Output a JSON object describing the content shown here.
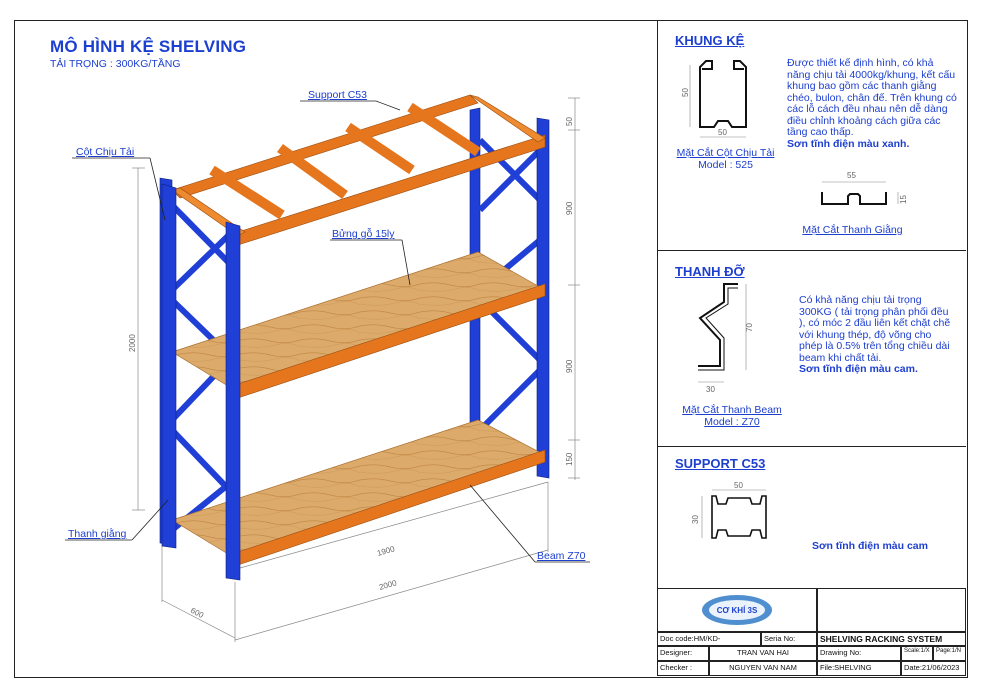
{
  "title": "MÔ HÌNH KỆ SHELVING",
  "subtitle": "TẢI TRỌNG : 300KG/TẦNG",
  "callouts": {
    "support": "Support C53",
    "column": "Cột Chịu Tải",
    "wood": "Bửng gỗ 15ly",
    "brace": "Thanh giằng",
    "beam": "Beam Z70"
  },
  "dimensions": {
    "top_gap": "50",
    "level_1": "900",
    "level_2": "900",
    "bottom": "150",
    "height": "2000",
    "inner_width": "1900",
    "width": "2000",
    "depth": "600"
  },
  "frame_section": {
    "heading": "KHUNG KỆ",
    "dim_h": "50",
    "dim_w": "50",
    "caption_1": "Mặt Cắt Cột Chịu Tải",
    "caption_2": "Model : 525",
    "brace_dim_w": "55",
    "brace_dim_h": "15",
    "brace_caption": "Mặt Cắt Thanh Giằng",
    "description": "Được thiết kế định hình, có khả năng chịu tải 4000kg/khung, kết cấu khung bao gồm các thanh giằng chéo, bulon, chân đế. Trên khung có các lỗ cách đều nhau nên dễ dàng điều chỉnh khoảng cách giữa các tầng cao thấp.",
    "paint": "Sơn tĩnh điện màu xanh."
  },
  "beam_section": {
    "heading": "THANH ĐỠ",
    "dim_h": "70",
    "dim_w": "30",
    "caption_1": "Mặt Cắt Thanh Beam",
    "caption_2": "Model : Z70",
    "description": "Có khả năng chịu tải trọng 300KG ( tải trọng phân phối đều ), có móc 2 đầu liên kết chặt chẽ với khung thép, độ võng cho phép là 0.5% trên tổng chiều dài beam khi chất tải.",
    "paint": "Sơn tĩnh điện màu cam."
  },
  "support_section": {
    "heading": "SUPPORT C53",
    "dim_w": "50",
    "dim_h": "30",
    "paint": "Sơn tĩnh điện màu cam"
  },
  "title_block": {
    "logo_text": "CƠ KHÍ 3S",
    "doc_code": "Doc code:HM/KD-",
    "seria": "Seria No:",
    "system": "SHELVING RACKING SYSTEM",
    "designer_label": "Designer:",
    "designer": "TRAN VAN HAI",
    "drawing_no": "Drawing No:",
    "scale": "Scale:1/X",
    "page": "Page:1/N",
    "checker_label": "Checker :",
    "checker": "NGUYEN VAN NAM",
    "file": "File:SHELVING",
    "date": "Date:21/06/2023"
  },
  "colors": {
    "frame_blue": "#1f3fd6",
    "beam_orange": "#e5761e",
    "wood": "#d9a766",
    "text_blue": "#1d3fd0"
  }
}
